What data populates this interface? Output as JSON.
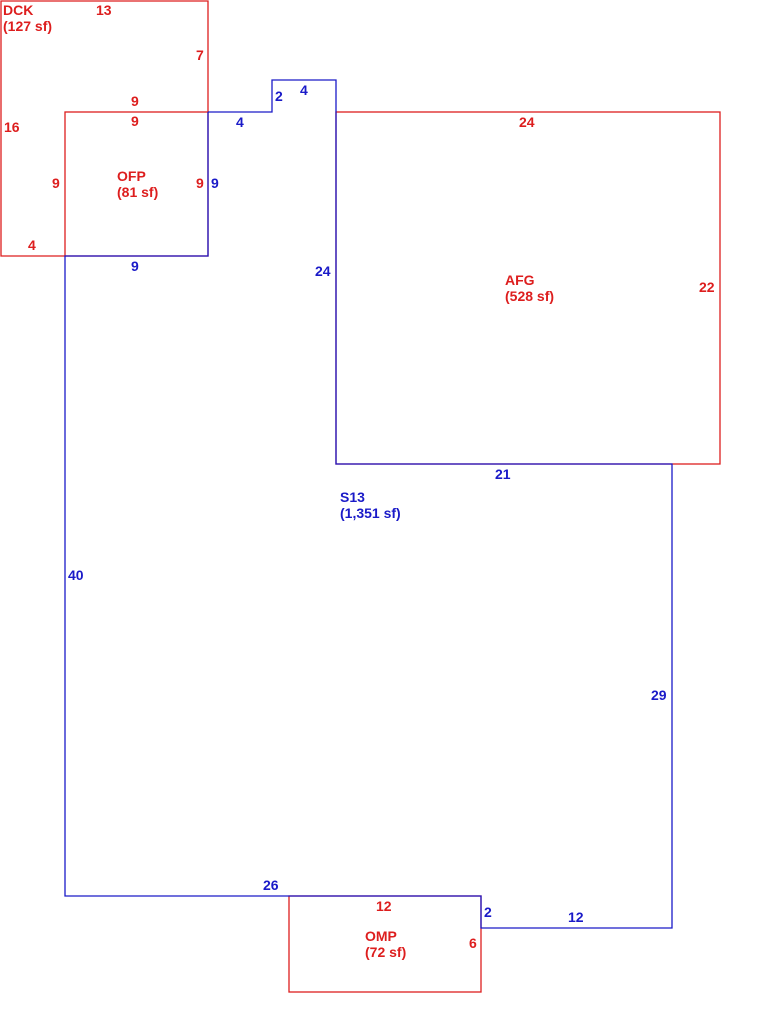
{
  "colors": {
    "secondary_area": "#dd1e1e",
    "main_area": "#1a1ac8"
  },
  "areas": {
    "dck": {
      "name": "DCK",
      "sf": "(127 sf)",
      "dims": {
        "top": "13",
        "right_upper": "7",
        "left": "16",
        "inner_top": "9",
        "inner_left": "9",
        "bottom": "4"
      }
    },
    "ofp": {
      "name": "OFP",
      "sf": "(81 sf)",
      "dims": {
        "top": "9",
        "right": "9"
      }
    },
    "afg": {
      "name": "AFG",
      "sf": "(528 sf)",
      "dims": {
        "top": "24",
        "right": "22"
      }
    },
    "s13": {
      "name": "S13",
      "sf": "(1,351 sf)",
      "dims": {
        "bump_left": "2",
        "bump_top": "4",
        "step_top": "4",
        "ofp_right": "9",
        "ofp_bottom": "9",
        "left_upper": "24",
        "afg_bottom": "21",
        "left": "40",
        "right": "29",
        "bottom": "26",
        "step_side": "2",
        "step_bottom": "12"
      }
    },
    "omp": {
      "name": "OMP",
      "sf": "(72 sf)",
      "dims": {
        "top": "12",
        "right": "6"
      }
    }
  }
}
